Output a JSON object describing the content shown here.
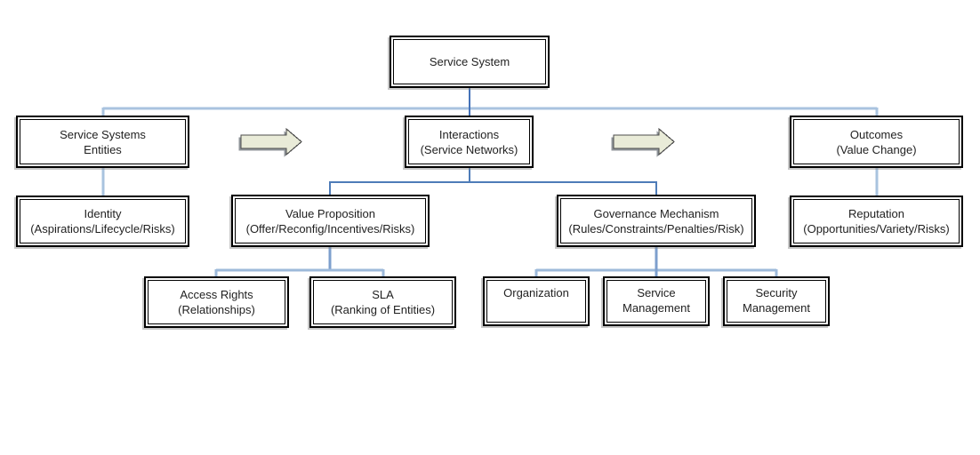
{
  "diagram": {
    "type": "hierarchy-flowchart",
    "nodes": {
      "service_system": {
        "line1": "Service System"
      },
      "entities": {
        "line1": "Service Systems",
        "line2": "Entities"
      },
      "interactions": {
        "line1": "Interactions",
        "line2": "(Service Networks)"
      },
      "outcomes": {
        "line1": "Outcomes",
        "line2": "(Value Change)"
      },
      "identity": {
        "line1": "Identity",
        "line2": "(Aspirations/Lifecycle/Risks)"
      },
      "value_proposition": {
        "line1": "Value Proposition",
        "line2": "(Offer/Reconfig/Incentives/Risks)"
      },
      "governance": {
        "line1": "Governance Mechanism",
        "line2": "(Rules/Constraints/Penalties/Risk)"
      },
      "reputation": {
        "line1": "Reputation",
        "line2": "(Opportunities/Variety/Risks)"
      },
      "access_rights": {
        "line1": "Access Rights",
        "line2": "(Relationships)"
      },
      "sla": {
        "line1": "SLA",
        "line2": "(Ranking of Entities)"
      },
      "organization": {
        "line1": "Organization"
      },
      "service_management": {
        "line1": "Service",
        "line2": "Management"
      },
      "security_management": {
        "line1": "Security",
        "line2": "Management"
      }
    },
    "icons": {
      "flow_arrow": "right-block-arrow"
    },
    "colors": {
      "background": "#ffffff",
      "box_border": "#000000",
      "text": "#1f1f1f",
      "connector_dark": "#4572b8",
      "connector_medium": "#4e7cb8",
      "connector_light": "#a9c3df",
      "connector_level3_vertical": "#7d9fcd",
      "connector_level3_light": "#9db9da",
      "arrow_fill": "#e9ebd8",
      "arrow_outline": "#4d4d4d",
      "arrow_shadow": "#90959a"
    }
  }
}
